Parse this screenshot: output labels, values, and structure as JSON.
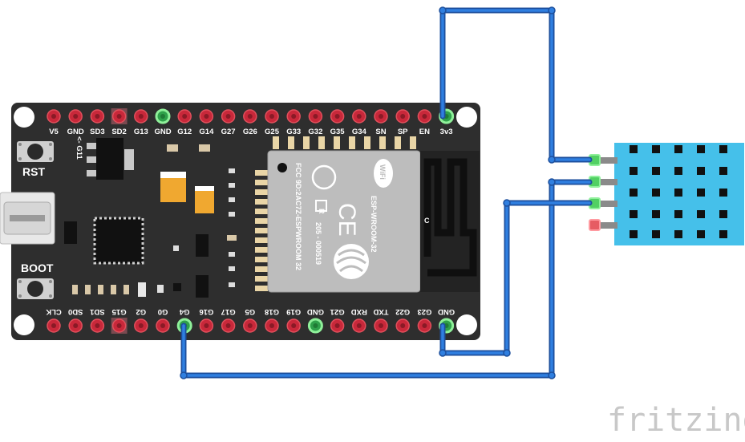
{
  "board": {
    "rst_label": "RST",
    "boot_label": "BOOT",
    "g11_label": "<- G11",
    "c_label": "C",
    "top_pins": [
      "V5",
      "GND",
      "SD3",
      "SD2",
      "G13",
      "GND",
      "G12",
      "G14",
      "G27",
      "G26",
      "G25",
      "G33",
      "G32",
      "G35",
      "G34",
      "SN",
      "SP",
      "EN",
      "3v3"
    ],
    "bottom_pins": [
      "CLK",
      "SD0",
      "SD1",
      "G15",
      "G2",
      "G0",
      "G4",
      "G16",
      "G17",
      "G5",
      "G18",
      "G19",
      "GND",
      "G21",
      "RXD",
      "TXD",
      "G22",
      "G23",
      "GND"
    ]
  },
  "module": {
    "wifi": "WiFi",
    "model": "ESP-WROOM-32",
    "fcc": "FCC 9D:2AC7Z-ESPWROOM 32",
    "code": "205 - 000519",
    "r_mark": "R",
    "ce_mark": "CE"
  },
  "brand": "fritzing",
  "colors": {
    "board": "#2f2f2f",
    "wire": "#2a6fcf",
    "sensor": "#45c0ea",
    "pin": "#c8283a",
    "pin_connected": "#7ed957"
  }
}
